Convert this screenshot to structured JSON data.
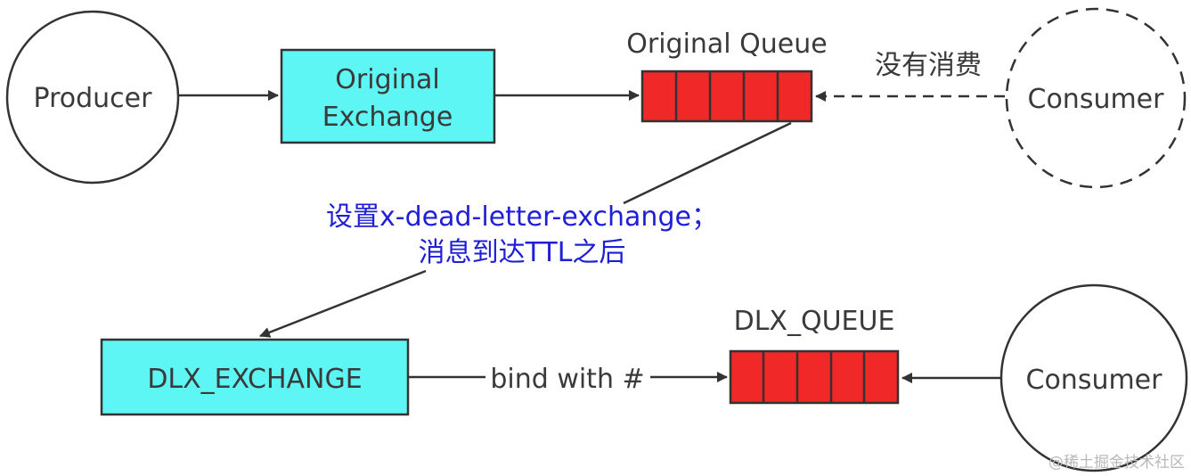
{
  "nodes": {
    "producer": "Producer",
    "original_exchange_line1": "Original",
    "original_exchange_line2": "Exchange",
    "original_queue": "Original Queue",
    "consumer_top": "Consumer",
    "dlx_exchange": "DLX_EXCHANGE",
    "dlx_queue": "DLX_QUEUE",
    "consumer_bottom": "Consumer"
  },
  "edges": {
    "not_consumed": "没有消费",
    "dlx_note_line1": "设置x-dead-letter-exchange；",
    "dlx_note_line2": "消息到达TTL之后",
    "bind_label": "bind with #"
  },
  "watermark": "@稀土掘金技术社区",
  "colors": {
    "exchange_fill": "#5ef5f5",
    "queue_fill": "#f02828",
    "note_text": "#1f1fd6",
    "stroke": "#333333"
  }
}
